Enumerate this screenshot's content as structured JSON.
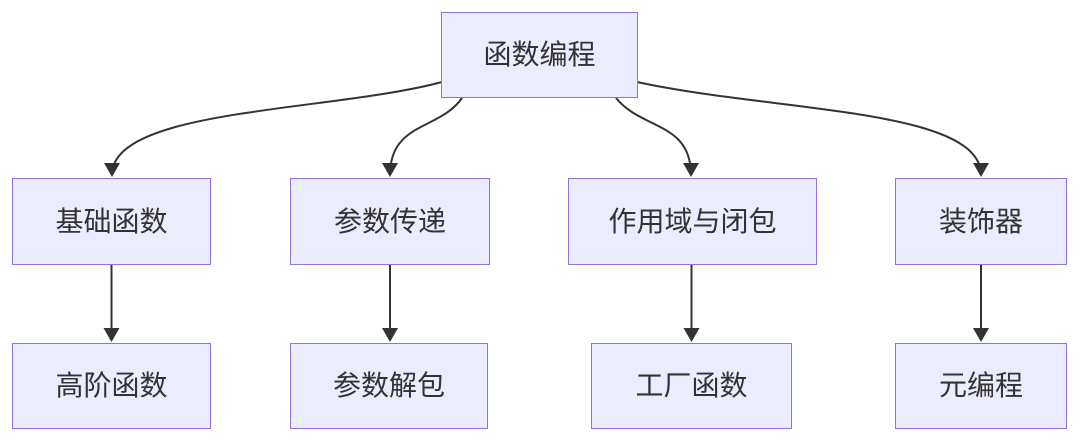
{
  "diagram": {
    "type": "flowchart",
    "direction": "top-down",
    "nodes": [
      {
        "id": "root",
        "label": "函数编程"
      },
      {
        "id": "basics",
        "label": "基础函数"
      },
      {
        "id": "params",
        "label": "参数传递"
      },
      {
        "id": "scope",
        "label": "作用域与闭包"
      },
      {
        "id": "decorators",
        "label": "装饰器"
      },
      {
        "id": "hof",
        "label": "高阶函数"
      },
      {
        "id": "unpack",
        "label": "参数解包"
      },
      {
        "id": "factory",
        "label": "工厂函数"
      },
      {
        "id": "meta",
        "label": "元编程"
      }
    ],
    "edges": [
      {
        "from": "函数编程",
        "to": "基础函数"
      },
      {
        "from": "函数编程",
        "to": "参数传递"
      },
      {
        "from": "函数编程",
        "to": "作用域与闭包"
      },
      {
        "from": "函数编程",
        "to": "装饰器"
      },
      {
        "from": "基础函数",
        "to": "高阶函数"
      },
      {
        "from": "参数传递",
        "to": "参数解包"
      },
      {
        "from": "作用域与闭包",
        "to": "工厂函数"
      },
      {
        "from": "装饰器",
        "to": "元编程"
      }
    ],
    "colors": {
      "node_fill": "#ECECFF",
      "node_border": "#9370DB",
      "edge": "#333333",
      "text": "#333333",
      "background": "#FFFFFF"
    }
  }
}
